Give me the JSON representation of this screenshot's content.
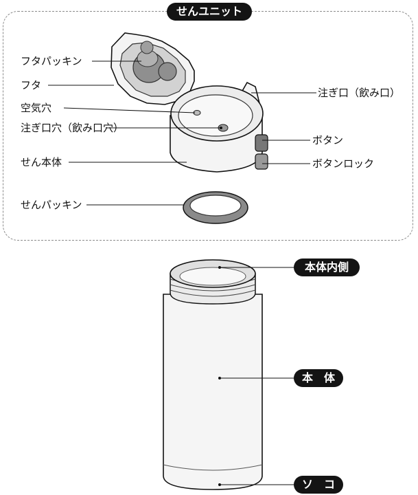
{
  "unit": {
    "title": "せんユニット"
  },
  "parts": {
    "lid_gasket": "フタパッキン",
    "lid": "フタ",
    "air_hole": "空気穴",
    "spout_hole": "注ぎ口穴（飲み口穴）",
    "plug_body": "せん本体",
    "plug_gasket": "せんパッキン",
    "spout": "注ぎ口（飲み口）",
    "button": "ボタン",
    "button_lock": "ボタンロック"
  },
  "bottle": {
    "inner": "本体内側",
    "body": "本　体",
    "bottom": "ソ　コ"
  }
}
